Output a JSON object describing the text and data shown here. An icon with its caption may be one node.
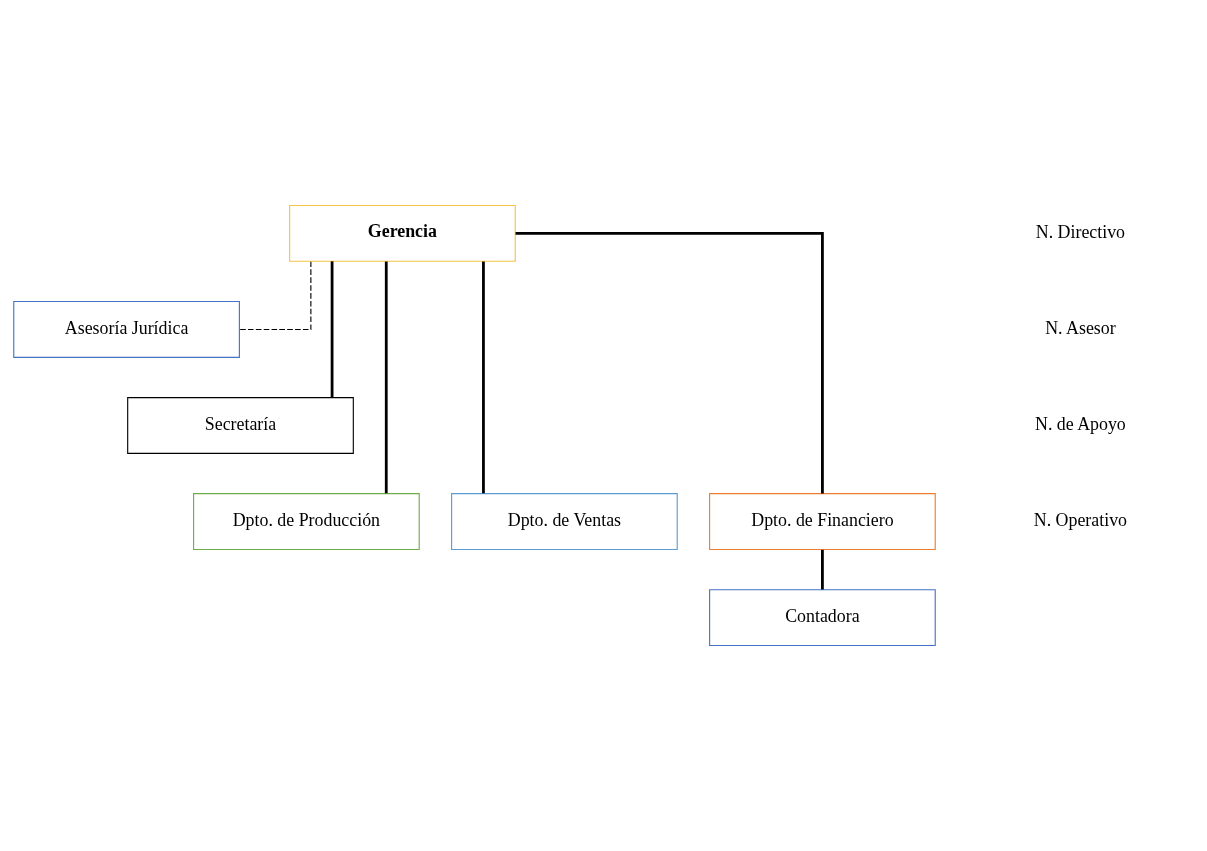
{
  "diagram": {
    "nodes": [
      {
        "text": [
          "Gerencia"
        ]
      },
      {
        "text": [
          "Asesoría Jurídica"
        ]
      },
      {
        "text": [
          "Secretaría"
        ]
      },
      {
        "text": [
          "Dpto. de Producción"
        ]
      },
      {
        "text": [
          "Dpto. de Ventas"
        ]
      },
      {
        "text": [
          "Dpto. de Financiero"
        ]
      },
      {
        "text": [
          "Contadora"
        ]
      }
    ],
    "edges": [
      {
        "from": 0,
        "to": 1,
        "arrow": "none",
        "style": "dashed"
      },
      {
        "from": 0,
        "to": 2,
        "arrow": "none"
      },
      {
        "from": 0,
        "to": 3,
        "arrow": "none"
      },
      {
        "from": 0,
        "to": 4,
        "arrow": "none"
      },
      {
        "from": 0,
        "to": 5,
        "arrow": "none"
      },
      {
        "from": 5,
        "to": 6,
        "arrow": "none"
      }
    ],
    "labels": [
      "N. Directivo",
      "N. Asesor",
      "N. de Apoyo",
      "N. Operativo"
    ]
  }
}
